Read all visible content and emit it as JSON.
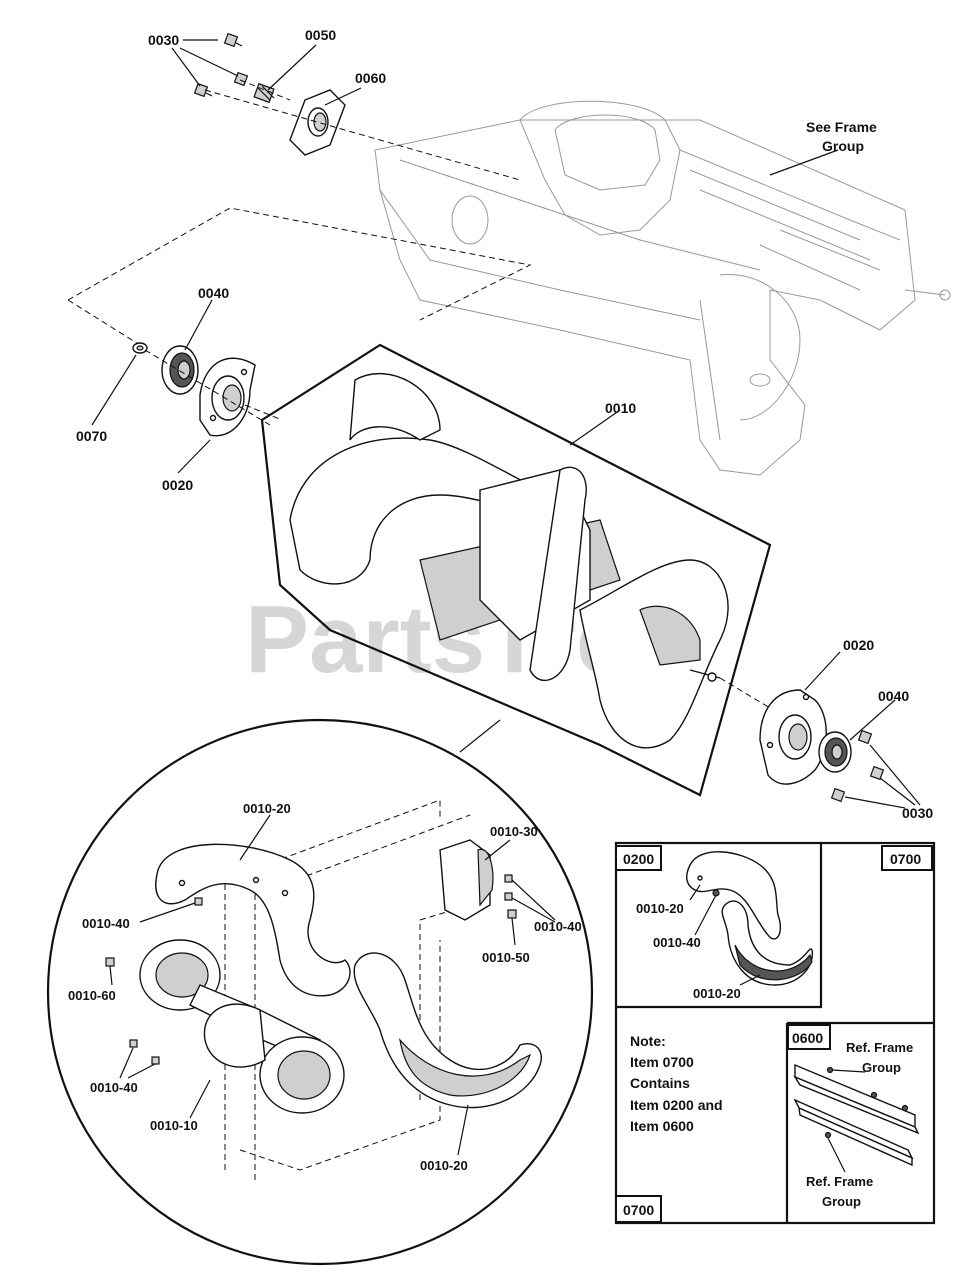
{
  "watermark": "PartsTree",
  "callouts": {
    "c0030_top": "0030",
    "c0050": "0050",
    "c0060": "0060",
    "see_frame_1": "See Frame",
    "see_frame_2": "Group",
    "c0040_left": "0040",
    "c0070": "0070",
    "c0020_left": "0020",
    "c0010": "0010",
    "c0020_right": "0020",
    "c0040_right": "0040",
    "c0030_right": "0030",
    "c0010_20_top": "0010-20",
    "c0010_30": "0010-30",
    "c0010_40_a": "0010-40",
    "c0010_40_b": "0010-40",
    "c0010_50": "0010-50",
    "c0010_60": "0010-60",
    "c0010_40_c": "0010-40",
    "c0010_10": "0010-10",
    "c0010_20_bottom": "0010-20"
  },
  "inset": {
    "tag_0200": "0200",
    "tag_0700_top": "0700",
    "tag_0600": "0600",
    "tag_0700_bottom": "0700",
    "item_0010_20_a": "0010-20",
    "item_0010_40": "0010-40",
    "item_0010_20_b": "0010-20",
    "note_lines": [
      "Note:",
      "Item 0700",
      "Contains",
      "Item 0200 and",
      "Item 0600"
    ],
    "ref_frame_top_1": "Ref. Frame",
    "ref_frame_top_2": "Group",
    "ref_frame_bottom_1": "Ref. Frame",
    "ref_frame_bottom_2": "Group"
  }
}
